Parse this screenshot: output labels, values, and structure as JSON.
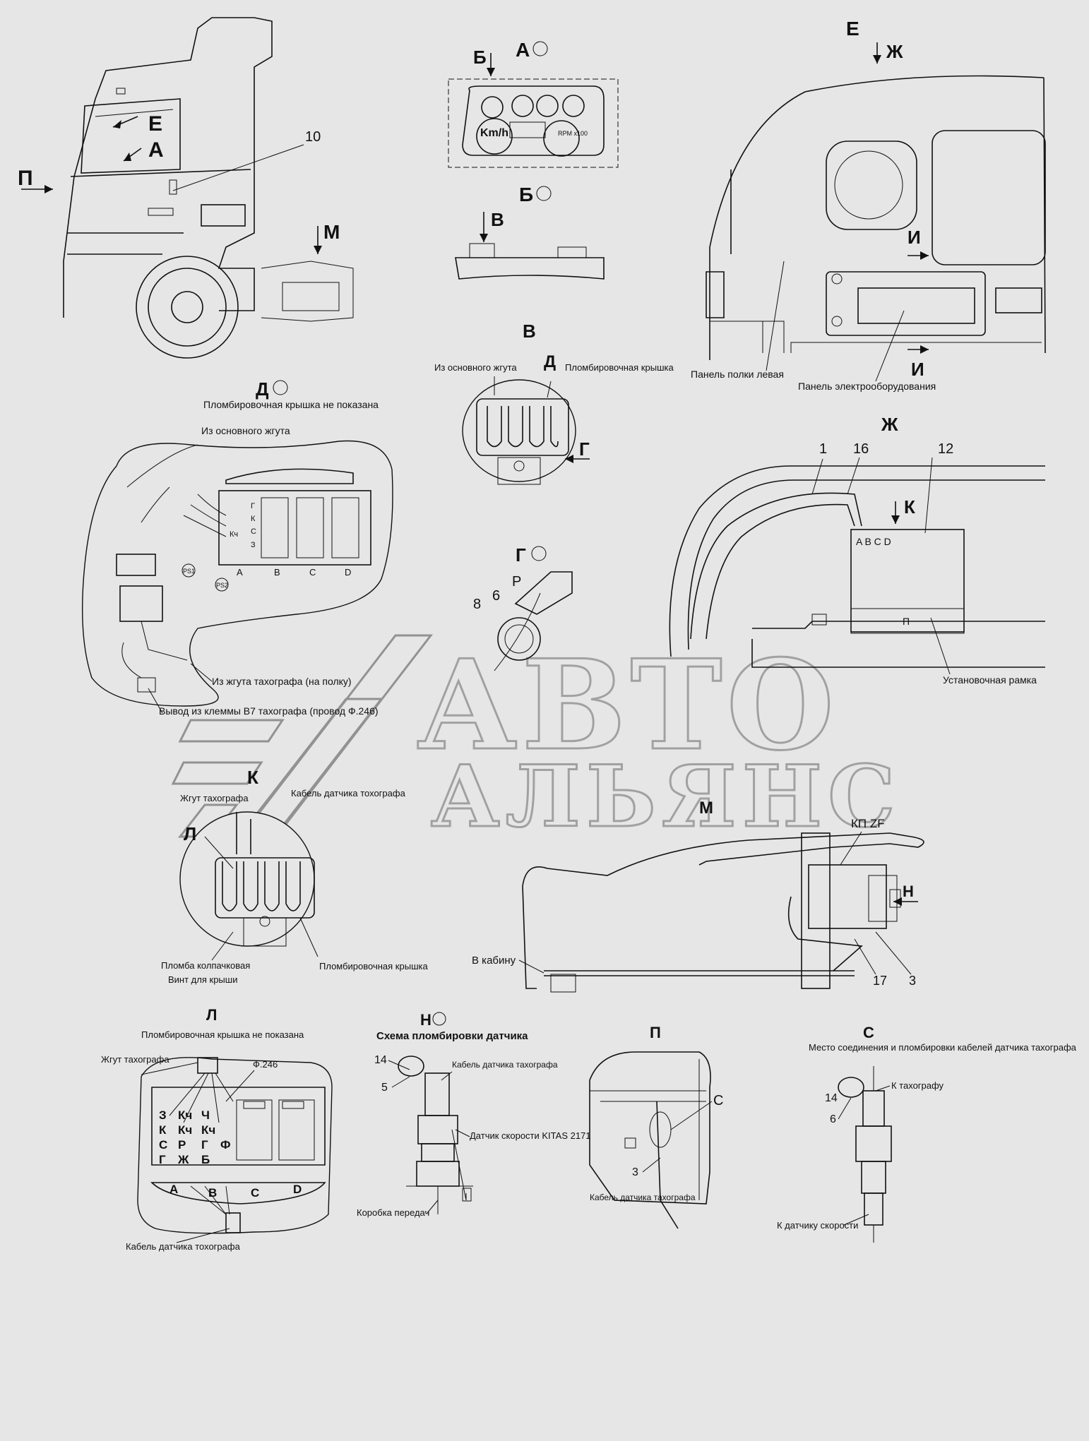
{
  "views": {
    "A_title": "А",
    "B_title": "Б",
    "V_title": "В",
    "G_title": "Г",
    "D_title": "Д",
    "D_note": "Пломбировочная крышка не показана",
    "E_title": "Е",
    "ZH_title": "Ж",
    "K_title": "К",
    "M_title": "М",
    "L_title": "Л",
    "L_note": "Пломбировочная крышка не показана",
    "N_title": "Н",
    "N_subtitle": "Схема пломбировки датчика",
    "P_title": "П",
    "S_title": "С",
    "S_subtitle": "Место соединения и пломбировки кабелей датчика тахографа",
    "I_title": "И"
  },
  "cab": {
    "arrow_E": "Е",
    "arrow_A": "А",
    "arrow_P": "П",
    "arrow_M": "М",
    "callout_10": "10"
  },
  "dash": {
    "arrow_B": "Б",
    "arrow_V": "В",
    "gauge_kmh": "Km/h",
    "gauge_rpm": "RPM x100"
  },
  "seal_v": {
    "from_main_harness": "Из основного жгута",
    "seal_cover": "Пломбировочная крышка",
    "arrow_D": "Д",
    "arrow_G": "Г"
  },
  "seal_g": {
    "callout_P": "Р",
    "callout_6": "6",
    "callout_8": "8"
  },
  "connector_d": {
    "from_main_harness": "Из основного жгута",
    "from_tacho_harness": "Из жгута тахографа (на полку)",
    "output_b7": "Вывод из клеммы В7 тахографа (провод Ф.246)",
    "ps1": "PS1",
    "ps2": "PS2",
    "pins": [
      "Г",
      "К",
      "С",
      "Кч",
      "З"
    ],
    "sockets": [
      "А",
      "В",
      "С",
      "D"
    ]
  },
  "shelf_e": {
    "arrow_ZH": "Ж",
    "arrow_I": "И",
    "left_shelf_panel": "Панель полки левая",
    "electrical_panel": "Панель электрооборудования"
  },
  "tacho_zh": {
    "callout_1": "1",
    "callout_16": "16",
    "callout_12": "12",
    "arrow_K": "К",
    "sockets": "A B C D",
    "letter_P": "П",
    "mounting_frame": "Установочная рамка"
  },
  "seal_k": {
    "harness_tacho": "Жгут тахографа",
    "sensor_cable": "Кабель датчика тохографа",
    "arrow_L": "Л",
    "cap_seal": "Пломба колпачковая",
    "cover_screw": "Винт для крыши",
    "seal_cover": "Пломбировочная крышка"
  },
  "frame_m": {
    "kp_zf": "КП ZF",
    "arrow_N": "Н",
    "to_cab": "В кабину",
    "callout_17": "17",
    "callout_3": "3"
  },
  "connector_l": {
    "harness_tacho": "Жгут тахографа",
    "wire_f246": "Ф.246",
    "grid": [
      [
        "З",
        "Кч",
        "Ч"
      ],
      [
        "К",
        "Кч",
        "Кч"
      ],
      [
        "С",
        "Р",
        "Г",
        "Ф"
      ],
      [
        "Г",
        "Ж",
        "Б"
      ]
    ],
    "sockets": [
      "A",
      "B",
      "C",
      "D"
    ],
    "sensor_cable": "Кабель датчика тохографа"
  },
  "sensor_n": {
    "callout_14": "14",
    "callout_5": "5",
    "tacho_cable": "Кабель датчика тахографа",
    "speed_sensor": "Датчик скорости KITAS 2171",
    "gearbox": "Коробка передач"
  },
  "rear_p": {
    "callout_S": "С",
    "callout_3": "3",
    "tacho_cable": "Кабель датчика тахографа"
  },
  "joint_s": {
    "callout_14": "14",
    "callout_6": "6",
    "to_tacho": "К тахографу",
    "to_sensor": "К датчику скорости"
  },
  "watermark": {
    "line1": "АВТО",
    "line2": "АЛЬЯНС"
  }
}
